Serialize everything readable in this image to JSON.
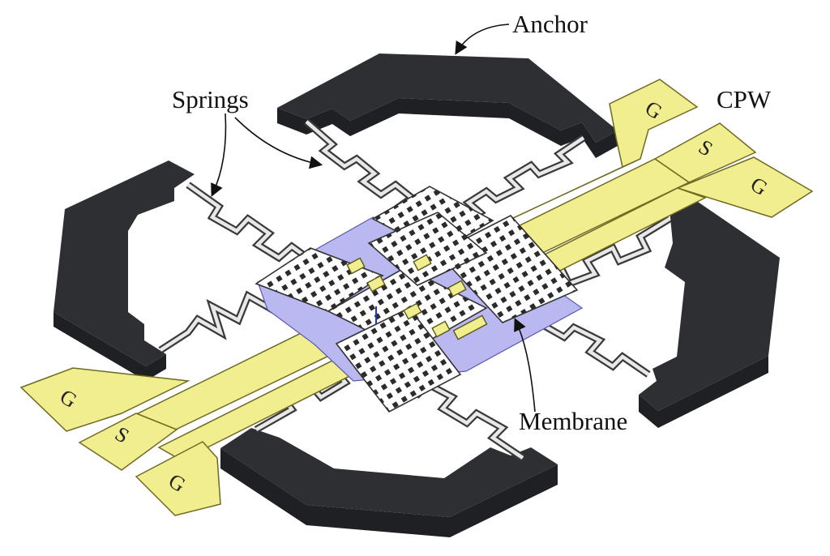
{
  "labels": {
    "anchor": "Anchor",
    "springs": "Springs",
    "cpw": "CPW",
    "membrane": "Membrane"
  },
  "pads": {
    "top_right": [
      "G",
      "S",
      "G"
    ],
    "bottom_left": [
      "G",
      "S",
      "G"
    ]
  },
  "colors": {
    "anchor": "#2e2f33",
    "cpw": "#f0ee8e",
    "membrane_base": "#b9b8f0",
    "membrane_plate": "#ffffff"
  }
}
